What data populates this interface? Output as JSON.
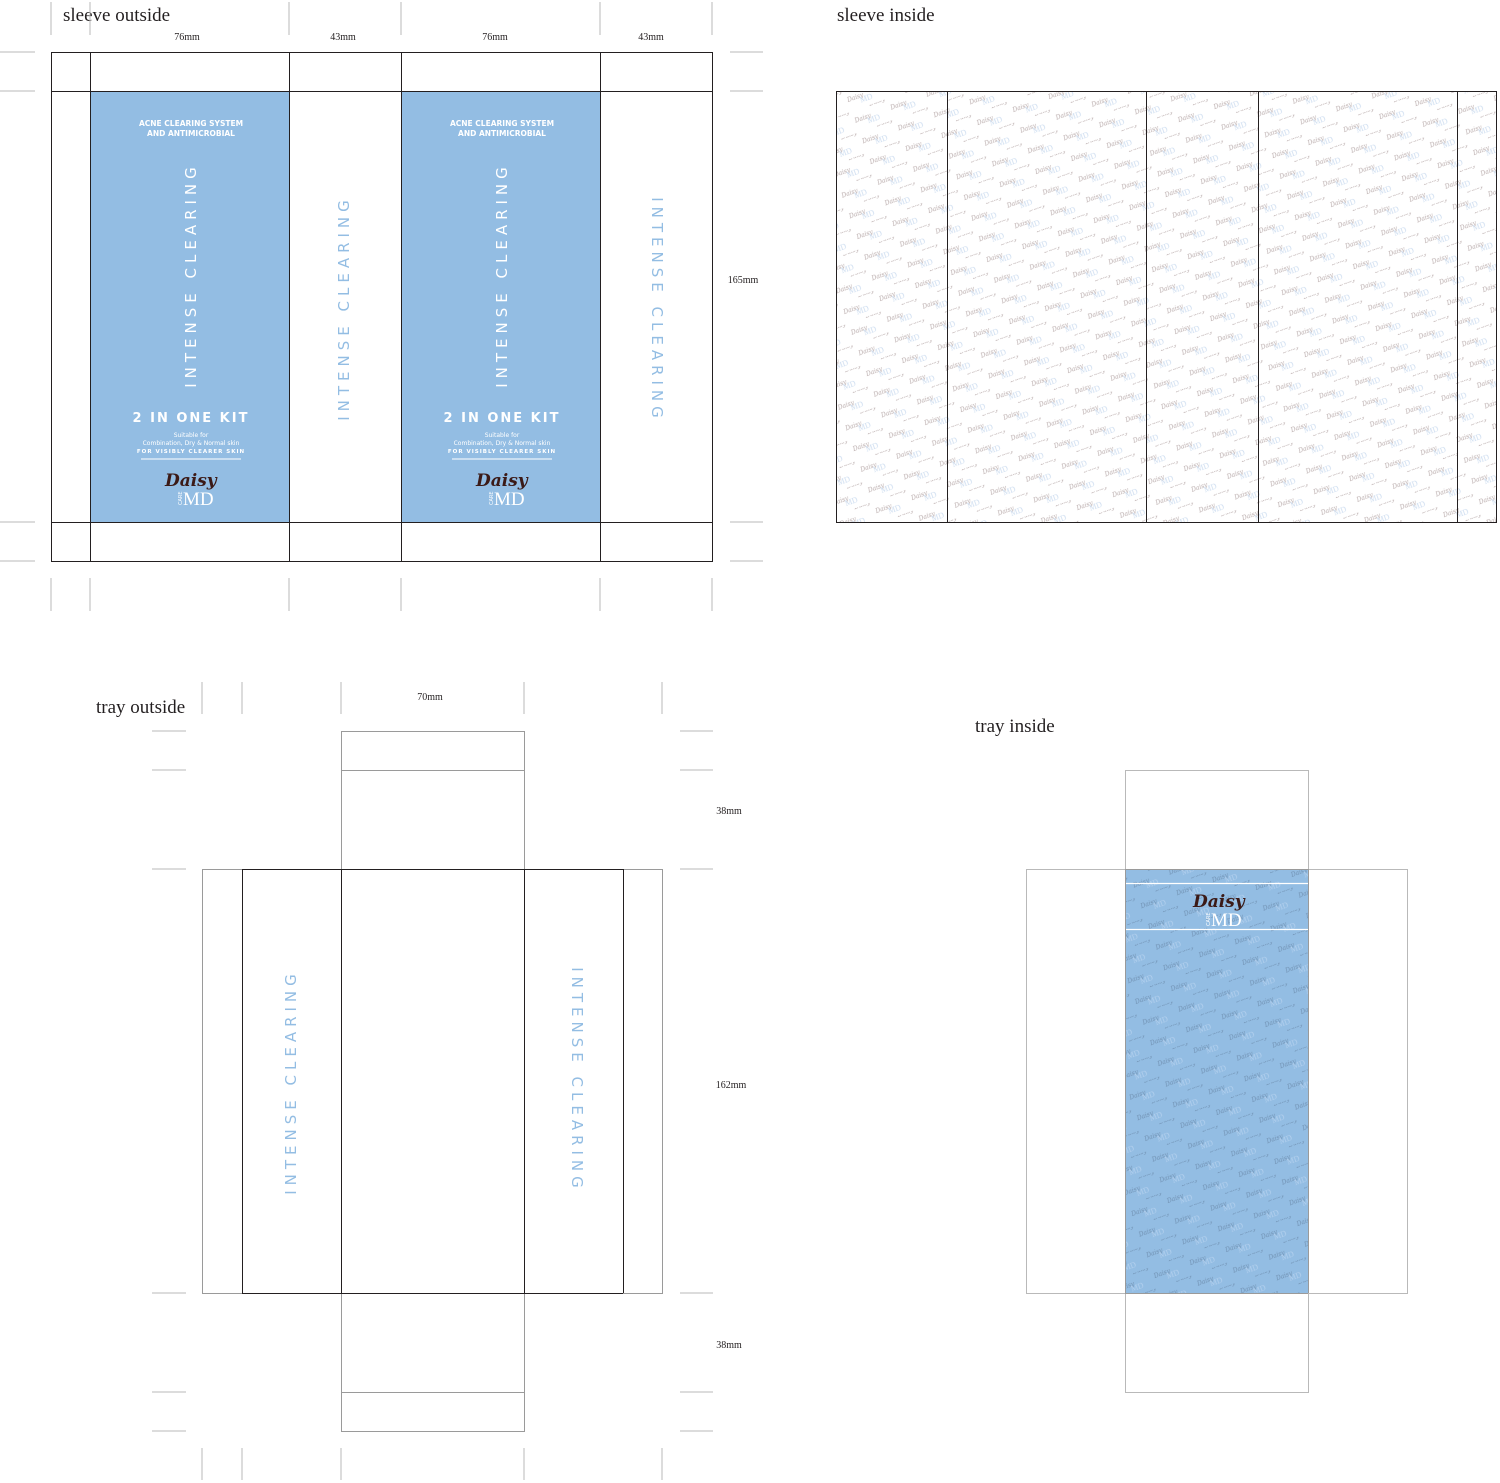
{
  "colors": {
    "panel_blue": "#93bde3",
    "logo_brown": "#3b1a17",
    "cut_line": "#231f20"
  },
  "sleeve_outside": {
    "title": "sleeve outside",
    "dimensions": {
      "w1": "76mm",
      "w2": "43mm",
      "w3": "76mm",
      "w4": "43mm",
      "height": "165mm"
    },
    "front_panel": {
      "tagline_1": "ACNE CLEARING SYSTEM",
      "tagline_2": "AND ANTIMICROBIAL",
      "product_name": "INTENSE CLEARING",
      "kit": "2 IN ONE KIT",
      "suitable_1": "Suitable for",
      "suitable_2": "Combination, Dry & Normal skin",
      "claim": "FOR VISIBLY CLEARER SKIN"
    },
    "side_panel_text": "INTENSE CLEARING"
  },
  "sleeve_inside": {
    "title": "sleeve inside",
    "pattern": "daisy-md-logo-pattern"
  },
  "tray_outside": {
    "title": "tray outside",
    "dimensions": {
      "width": "70mm",
      "flap_top": "38mm",
      "height": "162mm",
      "flap_bottom": "38mm"
    },
    "side_text": "INTENSE CLEARING"
  },
  "tray_inside": {
    "title": "tray inside",
    "pattern": "daisy-md-logo-pattern"
  },
  "logo": {
    "script": "Daisy",
    "care": "CARE",
    "mark": "MD"
  }
}
